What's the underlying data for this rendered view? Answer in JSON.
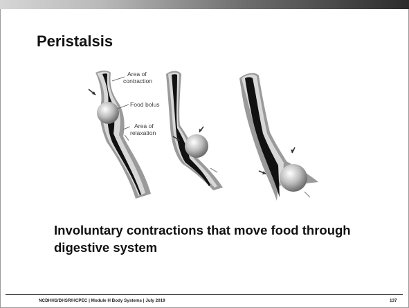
{
  "slide": {
    "title": "Peristalsis",
    "body_text": "Involuntary contractions that move food through digestive system"
  },
  "figure": {
    "labels": {
      "contraction_line1": "Area of",
      "contraction_line2": "contraction",
      "bolus": "Food bolus",
      "relaxation_line1": "Area of",
      "relaxation_line2": "relaxation"
    }
  },
  "footer": {
    "source": "NCDHHS/DHSR/HCPEC | Module H Body Systems | July 2019",
    "page_number": "137"
  }
}
